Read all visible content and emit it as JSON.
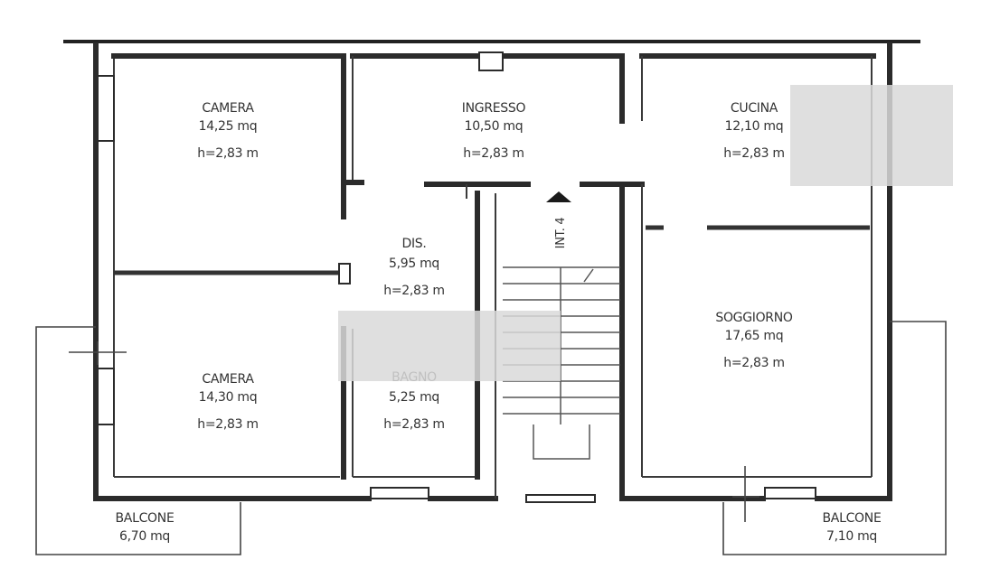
{
  "plan": {
    "stair_label": "INT. 4",
    "rooms": {
      "camera_top": {
        "name": "CAMERA",
        "area": "14,25 mq",
        "height": "h=2,83 m"
      },
      "ingresso": {
        "name": "INGRESSO",
        "area": "10,50 mq",
        "height": "h=2,83 m"
      },
      "cucina": {
        "name": "CUCINA",
        "area": "12,10 mq",
        "height": "h=2,83 m"
      },
      "dis": {
        "name": "DIS.",
        "area": "5,95 mq",
        "height": "h=2,83 m"
      },
      "soggiorno": {
        "name": "SOGGIORNO",
        "area": "17,65 mq",
        "height": "h=2,83 m"
      },
      "camera_bottom": {
        "name": "CAMERA",
        "area": "14,30 mq",
        "height": "h=2,83 m"
      },
      "bagno": {
        "name": "BAGNO",
        "area": "5,25 mq",
        "height": "h=2,83 m"
      },
      "balcone_left": {
        "name": "BALCONE",
        "area": "6,70 mq"
      },
      "balcone_right": {
        "name": "BALCONE",
        "area": "7,10 mq"
      }
    },
    "colors": {
      "wall": "#2b2b2b",
      "text": "#333333",
      "redaction": "#d9d9d9"
    }
  }
}
